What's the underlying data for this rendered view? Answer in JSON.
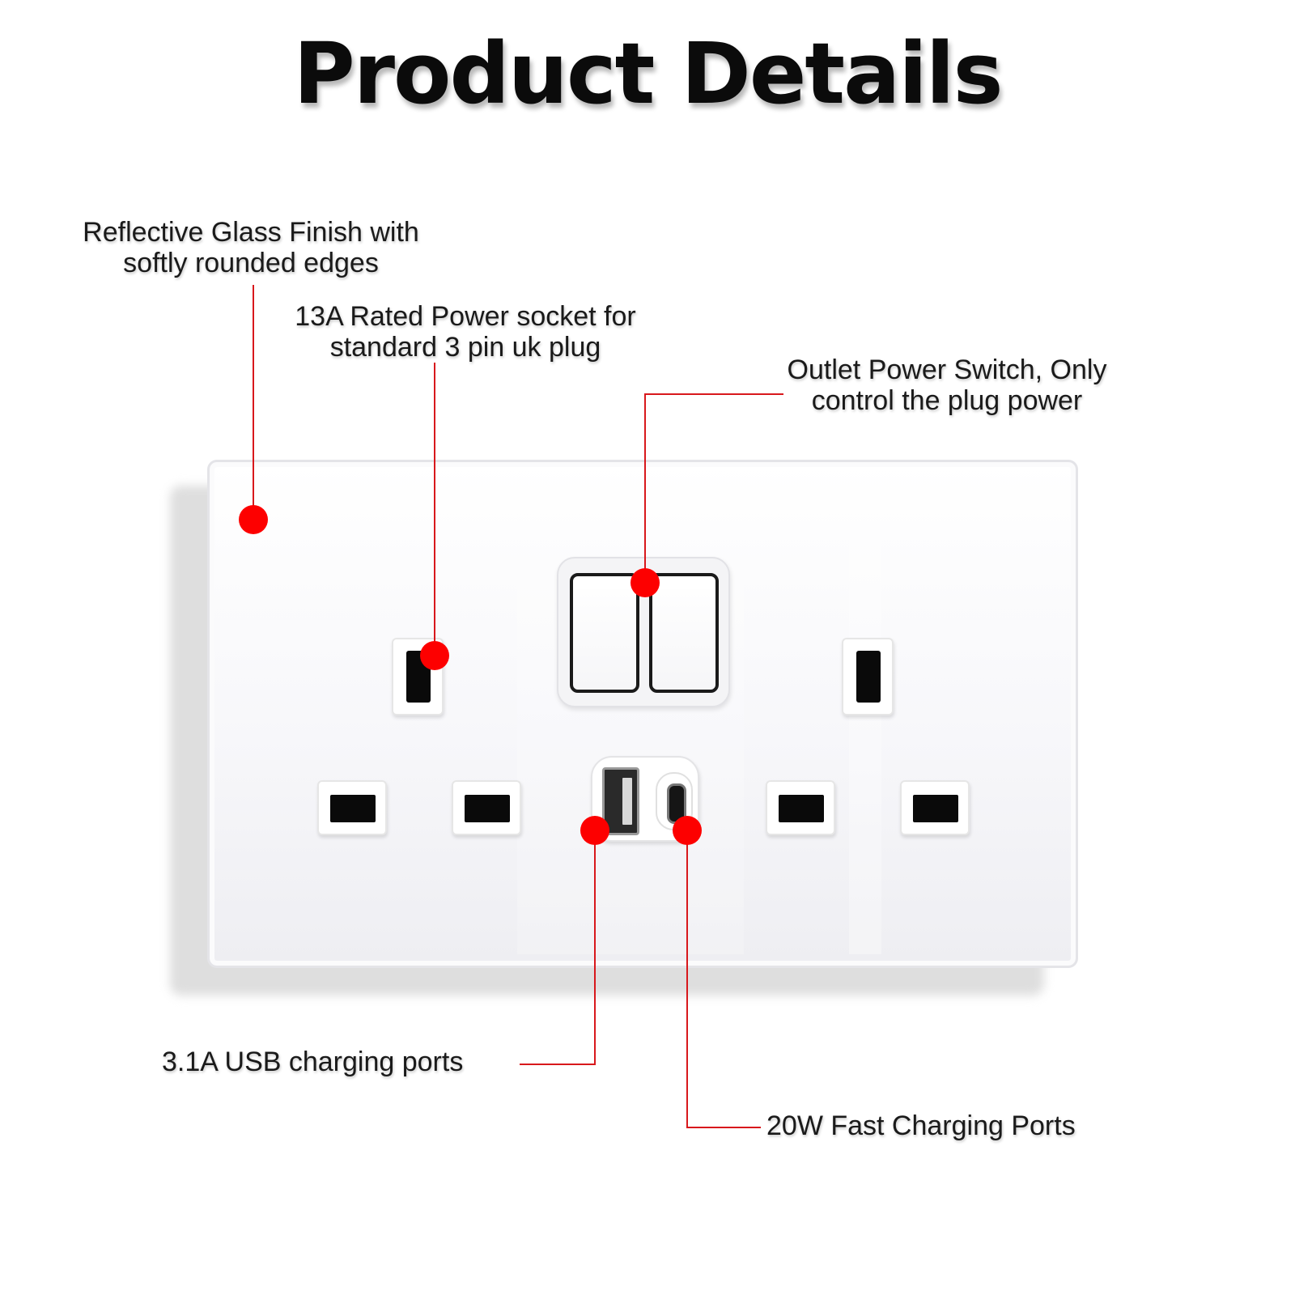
{
  "title": "Product Details",
  "callouts": {
    "glass": {
      "line1": "Reflective Glass Finish with",
      "line2": "softly rounded edges"
    },
    "socket": {
      "line1": "13A Rated Power socket for",
      "line2": "standard 3 pin uk plug"
    },
    "switch": {
      "line1": "Outlet Power Switch, Only",
      "line2": "control the plug power"
    },
    "usb": {
      "text": "3.1A USB charging ports"
    },
    "fast": {
      "text": "20W Fast Charging Ports"
    }
  },
  "colors": {
    "marker": "#fd0000",
    "leader": "#d8181c",
    "title": "#0b0b0b"
  }
}
